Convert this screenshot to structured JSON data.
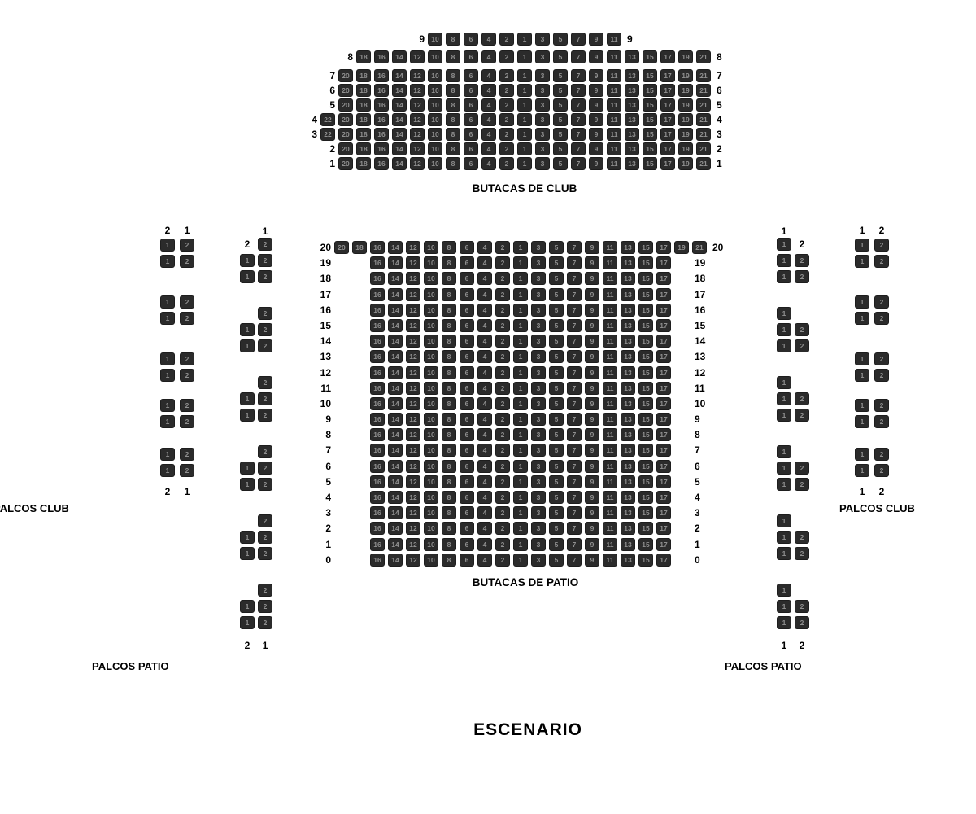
{
  "stage_label": "ESCENARIO",
  "colors": {
    "background": "#ffffff",
    "seat_fill": "#2b2b2b",
    "seat_number": "#8f8f8f",
    "label_text": "#000000"
  },
  "sections": {
    "club": {
      "title": "BUTACAS DE CLUB",
      "rows": [
        {
          "label": "9",
          "seats": [
            10,
            8,
            6,
            4,
            2,
            1,
            3,
            5,
            7,
            9,
            11
          ]
        },
        {
          "label": "8",
          "seats": [
            18,
            16,
            14,
            12,
            10,
            8,
            6,
            4,
            2,
            1,
            3,
            5,
            7,
            9,
            11,
            13,
            15,
            17,
            19,
            21
          ]
        },
        {
          "label": "7",
          "seats": [
            20,
            18,
            16,
            14,
            12,
            10,
            8,
            6,
            4,
            2,
            1,
            3,
            5,
            7,
            9,
            11,
            13,
            15,
            17,
            19,
            21
          ]
        },
        {
          "label": "6",
          "seats": [
            20,
            18,
            16,
            14,
            12,
            10,
            8,
            6,
            4,
            2,
            1,
            3,
            5,
            7,
            9,
            11,
            13,
            15,
            17,
            19,
            21
          ]
        },
        {
          "label": "5",
          "seats": [
            20,
            18,
            16,
            14,
            12,
            10,
            8,
            6,
            4,
            2,
            1,
            3,
            5,
            7,
            9,
            11,
            13,
            15,
            17,
            19,
            21
          ]
        },
        {
          "label": "4",
          "seats": [
            22,
            20,
            18,
            16,
            14,
            12,
            10,
            8,
            6,
            4,
            2,
            1,
            3,
            5,
            7,
            9,
            11,
            13,
            15,
            17,
            19,
            21
          ]
        },
        {
          "label": "3",
          "seats": [
            22,
            20,
            18,
            16,
            14,
            12,
            10,
            8,
            6,
            4,
            2,
            1,
            3,
            5,
            7,
            9,
            11,
            13,
            15,
            17,
            19,
            21
          ]
        },
        {
          "label": "2",
          "seats": [
            20,
            18,
            16,
            14,
            12,
            10,
            8,
            6,
            4,
            2,
            1,
            3,
            5,
            7,
            9,
            11,
            13,
            15,
            17,
            19,
            21
          ]
        },
        {
          "label": "1",
          "seats": [
            20,
            18,
            16,
            14,
            12,
            10,
            8,
            6,
            4,
            2,
            1,
            3,
            5,
            7,
            9,
            11,
            13,
            15,
            17,
            19,
            21
          ]
        }
      ]
    },
    "patio": {
      "title": "BUTACAS DE PATIO",
      "rows": [
        {
          "label": "20",
          "seats": [
            20,
            18,
            16,
            14,
            12,
            10,
            8,
            6,
            4,
            2,
            1,
            3,
            5,
            7,
            9,
            11,
            13,
            15,
            17,
            19,
            21
          ]
        },
        {
          "label": "19",
          "seats": [
            16,
            14,
            12,
            10,
            8,
            6,
            4,
            2,
            1,
            3,
            5,
            7,
            9,
            11,
            13,
            15,
            17
          ]
        },
        {
          "label": "18",
          "seats": [
            16,
            14,
            12,
            10,
            8,
            6,
            4,
            2,
            1,
            3,
            5,
            7,
            9,
            11,
            13,
            15,
            17
          ]
        },
        {
          "label": "17",
          "seats": [
            16,
            14,
            12,
            10,
            8,
            6,
            4,
            2,
            1,
            3,
            5,
            7,
            9,
            11,
            13,
            15,
            17
          ]
        },
        {
          "label": "16",
          "seats": [
            16,
            14,
            12,
            10,
            8,
            6,
            4,
            2,
            1,
            3,
            5,
            7,
            9,
            11,
            13,
            15,
            17
          ]
        },
        {
          "label": "15",
          "seats": [
            16,
            14,
            12,
            10,
            8,
            6,
            4,
            2,
            1,
            3,
            5,
            7,
            9,
            11,
            13,
            15,
            17
          ]
        },
        {
          "label": "14",
          "seats": [
            16,
            14,
            12,
            10,
            8,
            6,
            4,
            2,
            1,
            3,
            5,
            7,
            9,
            11,
            13,
            15,
            17
          ]
        },
        {
          "label": "13",
          "seats": [
            16,
            14,
            12,
            10,
            8,
            6,
            4,
            2,
            1,
            3,
            5,
            7,
            9,
            11,
            13,
            15,
            17
          ]
        },
        {
          "label": "12",
          "seats": [
            16,
            14,
            12,
            10,
            8,
            6,
            4,
            2,
            1,
            3,
            5,
            7,
            9,
            11,
            13,
            15,
            17
          ]
        },
        {
          "label": "11",
          "seats": [
            16,
            14,
            12,
            10,
            8,
            6,
            4,
            2,
            1,
            3,
            5,
            7,
            9,
            11,
            13,
            15,
            17
          ]
        },
        {
          "label": "10",
          "seats": [
            16,
            14,
            12,
            10,
            8,
            6,
            4,
            2,
            1,
            3,
            5,
            7,
            9,
            11,
            13,
            15,
            17
          ]
        },
        {
          "label": "9",
          "seats": [
            16,
            14,
            12,
            10,
            8,
            6,
            4,
            2,
            1,
            3,
            5,
            7,
            9,
            11,
            13,
            15,
            17
          ]
        },
        {
          "label": "8",
          "seats": [
            16,
            14,
            12,
            10,
            8,
            6,
            4,
            2,
            1,
            3,
            5,
            7,
            9,
            11,
            13,
            15,
            17
          ]
        },
        {
          "label": "7",
          "seats": [
            16,
            14,
            12,
            10,
            8,
            6,
            4,
            2,
            1,
            3,
            5,
            7,
            9,
            11,
            13,
            15,
            17
          ]
        },
        {
          "label": "6",
          "seats": [
            16,
            14,
            12,
            10,
            8,
            6,
            4,
            2,
            1,
            3,
            5,
            7,
            9,
            11,
            13,
            15,
            17
          ]
        },
        {
          "label": "5",
          "seats": [
            16,
            14,
            12,
            10,
            8,
            6,
            4,
            2,
            1,
            3,
            5,
            7,
            9,
            11,
            13,
            15,
            17
          ]
        },
        {
          "label": "4",
          "seats": [
            16,
            14,
            12,
            10,
            8,
            6,
            4,
            2,
            1,
            3,
            5,
            7,
            9,
            11,
            13,
            15,
            17
          ]
        },
        {
          "label": "3",
          "seats": [
            16,
            14,
            12,
            10,
            8,
            6,
            4,
            2,
            1,
            3,
            5,
            7,
            9,
            11,
            13,
            15,
            17
          ]
        },
        {
          "label": "2",
          "seats": [
            16,
            14,
            12,
            10,
            8,
            6,
            4,
            2,
            1,
            3,
            5,
            7,
            9,
            11,
            13,
            15,
            17
          ]
        },
        {
          "label": "1",
          "seats": [
            16,
            14,
            12,
            10,
            8,
            6,
            4,
            2,
            1,
            3,
            5,
            7,
            9,
            11,
            13,
            15,
            17
          ]
        },
        {
          "label": "0",
          "seats": [
            16,
            14,
            12,
            10,
            8,
            6,
            4,
            2,
            1,
            3,
            5,
            7,
            9,
            11,
            13,
            15,
            17
          ]
        }
      ]
    }
  },
  "palcos": {
    "left_club": {
      "label": "PALCOS CLUB",
      "header": [
        "2",
        "1"
      ],
      "footer": [
        "2",
        "1"
      ],
      "groups": [
        [
          [
            "1",
            "2"
          ],
          [
            "1",
            "2"
          ]
        ],
        [
          [
            "1",
            "2"
          ],
          [
            "1",
            "2"
          ]
        ],
        [
          [
            "1",
            "2"
          ],
          [
            "1",
            "2"
          ]
        ],
        [
          [
            "1",
            "2"
          ],
          [
            "1",
            "2"
          ]
        ],
        [
          [
            "1",
            "2"
          ],
          [
            "1",
            "2"
          ]
        ]
      ]
    },
    "right_club": {
      "label": "PALCOS CLUB",
      "header": [
        "1",
        "2"
      ],
      "footer": [
        "1",
        "2"
      ],
      "groups": [
        [
          [
            "1",
            "2"
          ],
          [
            "1",
            "2"
          ]
        ],
        [
          [
            "1",
            "2"
          ],
          [
            "1",
            "2"
          ]
        ],
        [
          [
            "1",
            "2"
          ],
          [
            "1",
            "2"
          ]
        ],
        [
          [
            "1",
            "2"
          ],
          [
            "1",
            "2"
          ]
        ],
        [
          [
            "1",
            "2"
          ],
          [
            "1",
            "2"
          ]
        ]
      ]
    },
    "left_patio": {
      "label": "PALCOS PATIO",
      "header": [
        null,
        "1"
      ],
      "footer": [
        "2",
        "1"
      ],
      "groups": [
        [
          [
            "#2",
            "2"
          ],
          [
            "1",
            "2"
          ],
          [
            "1",
            "2"
          ]
        ],
        [
          [
            null,
            "2"
          ],
          [
            "1",
            "2"
          ],
          [
            "1",
            "2"
          ]
        ],
        [
          [
            null,
            "2"
          ],
          [
            "1",
            "2"
          ],
          [
            "1",
            "2"
          ]
        ],
        [
          [
            null,
            "2"
          ],
          [
            "1",
            "2"
          ],
          [
            "1",
            "2"
          ]
        ],
        [
          [
            null,
            "2"
          ],
          [
            "1",
            "2"
          ],
          [
            "1",
            "2"
          ]
        ],
        [
          [
            null,
            "2"
          ],
          [
            "1",
            "2"
          ],
          [
            "1",
            "2"
          ]
        ]
      ]
    },
    "right_patio": {
      "label": "PALCOS PATIO",
      "header": [
        "1",
        null
      ],
      "footer": [
        "1",
        "2"
      ],
      "groups": [
        [
          [
            "1",
            "#2"
          ],
          [
            "1",
            "2"
          ],
          [
            "1",
            "2"
          ]
        ],
        [
          [
            "1",
            null
          ],
          [
            "1",
            "2"
          ],
          [
            "1",
            "2"
          ]
        ],
        [
          [
            "1",
            null
          ],
          [
            "1",
            "2"
          ],
          [
            "1",
            "2"
          ]
        ],
        [
          [
            "1",
            null
          ],
          [
            "1",
            "2"
          ],
          [
            "1",
            "2"
          ]
        ],
        [
          [
            "1",
            null
          ],
          [
            "1",
            "2"
          ],
          [
            "1",
            "2"
          ]
        ],
        [
          [
            "1",
            null
          ],
          [
            "1",
            "2"
          ],
          [
            "1",
            "2"
          ]
        ]
      ]
    }
  }
}
